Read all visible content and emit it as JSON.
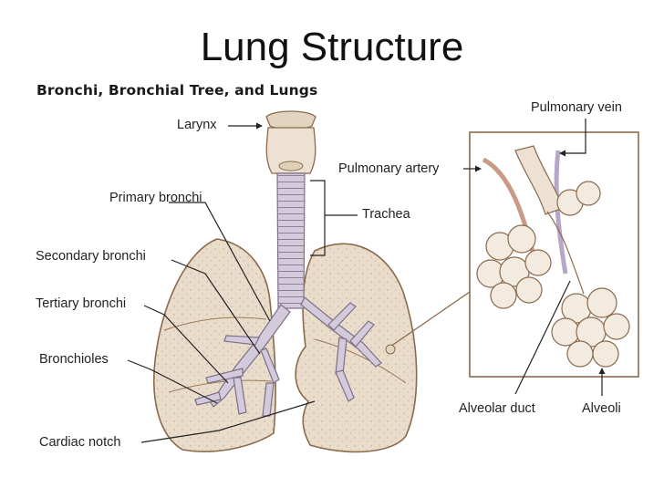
{
  "slide_title": "Lung Structure",
  "diagram_title": "Bronchi, Bronchial Tree, and Lungs",
  "labels": {
    "larynx": "Larynx",
    "primary_bronchi": "Primary bronchi",
    "secondary_bronchi": "Secondary bronchi",
    "tertiary_bronchi": "Tertiary bronchi",
    "bronchioles": "Bronchioles",
    "cardiac_notch": "Cardiac notch",
    "pulmonary_vein": "Pulmonary vein",
    "pulmonary_artery": "Pulmonary artery",
    "trachea": "Trachea",
    "alveolar_duct": "Alveolar duct",
    "alveoli": "Alveoli"
  },
  "colors": {
    "lung_fill": "#e9dccb",
    "lung_stroke": "#8a6a4c",
    "airway_fill": "#d3cadb",
    "airway_stroke": "#7d7088",
    "vessel": "#c99a86",
    "inset_border": "#8a6a4c",
    "leader_line": "#222222"
  }
}
